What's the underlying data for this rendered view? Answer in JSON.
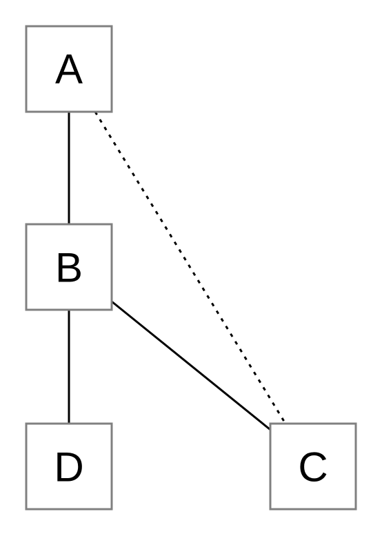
{
  "nodes": {
    "a": {
      "label": "A"
    },
    "b": {
      "label": "B"
    },
    "c": {
      "label": "C"
    },
    "d": {
      "label": "D"
    }
  },
  "edges": [
    {
      "from": "A",
      "to": "B",
      "style": "solid"
    },
    {
      "from": "B",
      "to": "D",
      "style": "solid"
    },
    {
      "from": "B",
      "to": "C",
      "style": "solid"
    },
    {
      "from": "A",
      "to": "C",
      "style": "dotted"
    }
  ],
  "colors": {
    "box_border": "#808080",
    "line": "#000000",
    "label": "#000000",
    "background": "#ffffff"
  }
}
